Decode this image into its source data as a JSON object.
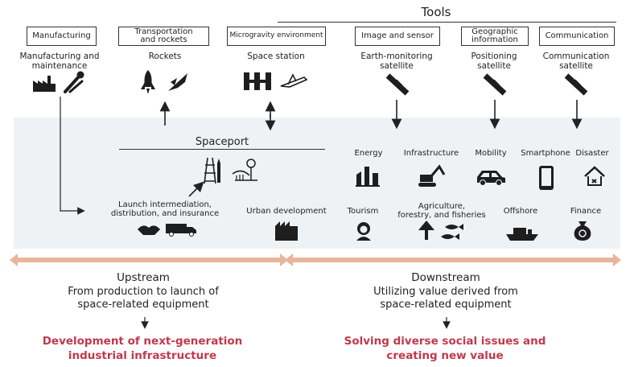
{
  "header": {
    "tools_title": "Tools"
  },
  "categories": [
    {
      "box": "Manufacturing",
      "label": "Manufacturing and\nmaintenance"
    },
    {
      "box": "Transportation\nand rockets",
      "label": "Rockets"
    },
    {
      "box": "Microgravity environment",
      "label": "Space station"
    },
    {
      "box": "Image and sensor",
      "label": "Earth-monitoring\nsatellite"
    },
    {
      "box": "Geographic\ninformation",
      "label": "Positioning\nsatellite"
    },
    {
      "box": "Communication",
      "label": "Communication\nsatellite"
    }
  ],
  "spaceport": {
    "title": "Spaceport",
    "launch_label": "Launch intermediation,\ndistribution, and insurance",
    "urban_label": "Urban development"
  },
  "downstream_items": [
    "Energy",
    "Infrastructure",
    "Mobility",
    "Smartphone",
    "Disaster",
    "Tourism",
    "Agriculture,\nforestry, and fisheries",
    "Offshore",
    "Finance"
  ],
  "upstream": {
    "title": "Upstream",
    "desc": "From production to launch of\nspace-related equipment",
    "result": "Development of next-generation\nindustrial infrastructure"
  },
  "downstream": {
    "title": "Downstream",
    "desc": "Utilizing value derived from\nspace-related equipment",
    "result": "Solving diverse social issues and\ncreating new value"
  },
  "colors": {
    "band": "#eef2f5",
    "arrow": "#e8b59b",
    "result": "#c0394c",
    "icon": "#1e1e1e"
  }
}
